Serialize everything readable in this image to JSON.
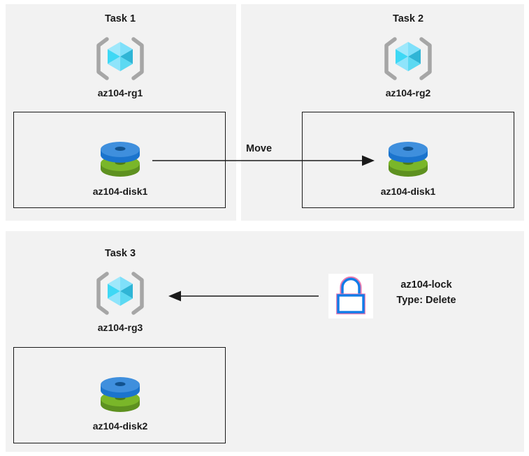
{
  "diagram": {
    "title": "Azure resource group tasks diagram",
    "background_color": "#ffffff",
    "panel_color": "#f2f2f2",
    "line_color": "#1a1a1a"
  },
  "panels": [
    {
      "id": "task1",
      "title": "Task 1",
      "resource_group": {
        "label": "az104-rg1",
        "icon": "resource-group-icon"
      },
      "resources": [
        {
          "label": "az104-disk1",
          "icon": "managed-disk-icon"
        }
      ]
    },
    {
      "id": "task2",
      "title": "Task 2",
      "resource_group": {
        "label": "az104-rg2",
        "icon": "resource-group-icon"
      },
      "resources": [
        {
          "label": "az104-disk1",
          "icon": "managed-disk-icon"
        }
      ]
    },
    {
      "id": "task3",
      "title": "Task 3",
      "resource_group": {
        "label": "az104-rg3",
        "icon": "resource-group-icon"
      },
      "resources": [
        {
          "label": "az104-disk2",
          "icon": "managed-disk-icon"
        }
      ]
    }
  ],
  "connectors": {
    "move": {
      "label": "Move",
      "direction": "right",
      "from": "az104-disk1 in az104-rg1",
      "to": "az104-disk1 in az104-rg2"
    },
    "lock": {
      "label": "",
      "direction": "left",
      "from": "az104-lock",
      "to": "az104-rg3"
    }
  },
  "lock": {
    "icon": "lock-icon",
    "name": "az104-lock",
    "type": "Type: Delete",
    "color": "#0f7ce8"
  },
  "colors": {
    "resource_group_cube_light": "#9fe8fb",
    "resource_group_cube_mid": "#3ed8f5",
    "resource_group_cube_dark": "#2fb5d6",
    "resource_group_bracket": "#a6a6a6",
    "disk_blue": "#3f8fdd",
    "disk_blue_dark": "#1b74cd",
    "disk_green": "#7ab629",
    "disk_green_dark": "#5e9120",
    "lock_blue": "#0f7ce8"
  }
}
